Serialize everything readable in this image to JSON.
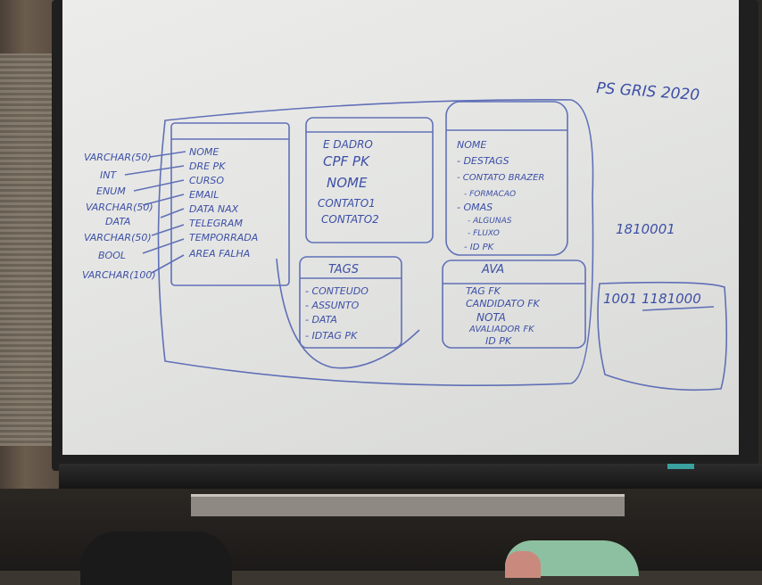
{
  "board": {
    "title": "PS GRIS 2020",
    "table_aluno": {
      "fields": [
        "NOME",
        "DRE PK",
        "CURSO",
        "EMAIL",
        "DATA NAX",
        "TELEGRAM",
        "TEMPORRADA",
        "AREA FALHA"
      ],
      "types": [
        "VARCHAR(50)",
        "INT",
        "ENUM",
        "VARCHAR(50)",
        "DATA",
        "VARCHAR(50)",
        "BOOL",
        "VARCHAR(100)"
      ]
    },
    "table_avaliador": {
      "fields": [
        "E DADRO",
        "CPF PK",
        "NOME",
        "CONTATO1",
        "CONTATO2"
      ]
    },
    "table_candidato": {
      "fields": [
        "NOME",
        "- DESTAGS",
        "- CONTATO BRAZER",
        "- FORMACAO",
        "- OMAS",
        "- ALGUNAS",
        "- FLUXO",
        "- ID PK"
      ]
    },
    "table_tags": {
      "title": "TAGS",
      "fields": [
        "- CONTEUDO",
        "- ASSUNTO",
        "- DATA",
        "- IDTAG PK"
      ]
    },
    "table_ava": {
      "title": "AVA",
      "fields": [
        "TAG FK",
        "CANDIDATO FK",
        "NOTA",
        "AVALIADOR FK",
        "ID PK"
      ]
    },
    "note_1": "1810001",
    "note_2": "1001 1181000"
  }
}
